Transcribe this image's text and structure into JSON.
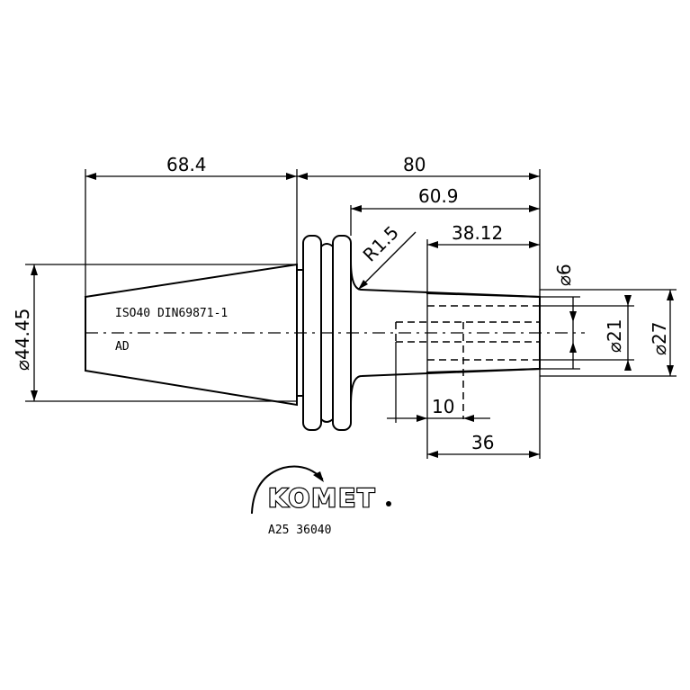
{
  "dimensions": {
    "d_68_4": "68.4",
    "d_80": "80",
    "d_60_9": "60.9",
    "d_38_12": "38.12",
    "d_r1_5": "R1.5",
    "d_phi6": "⌀6",
    "d_phi21": "⌀21",
    "d_phi27": "⌀27",
    "d_phi44_45": "⌀44.45",
    "d_10": "10",
    "d_36": "36"
  },
  "labels": {
    "standard": "ISO40 DIN69871-1",
    "form": "AD"
  },
  "logo": {
    "brand": "KOMET"
  },
  "part_number": "A25 36040"
}
